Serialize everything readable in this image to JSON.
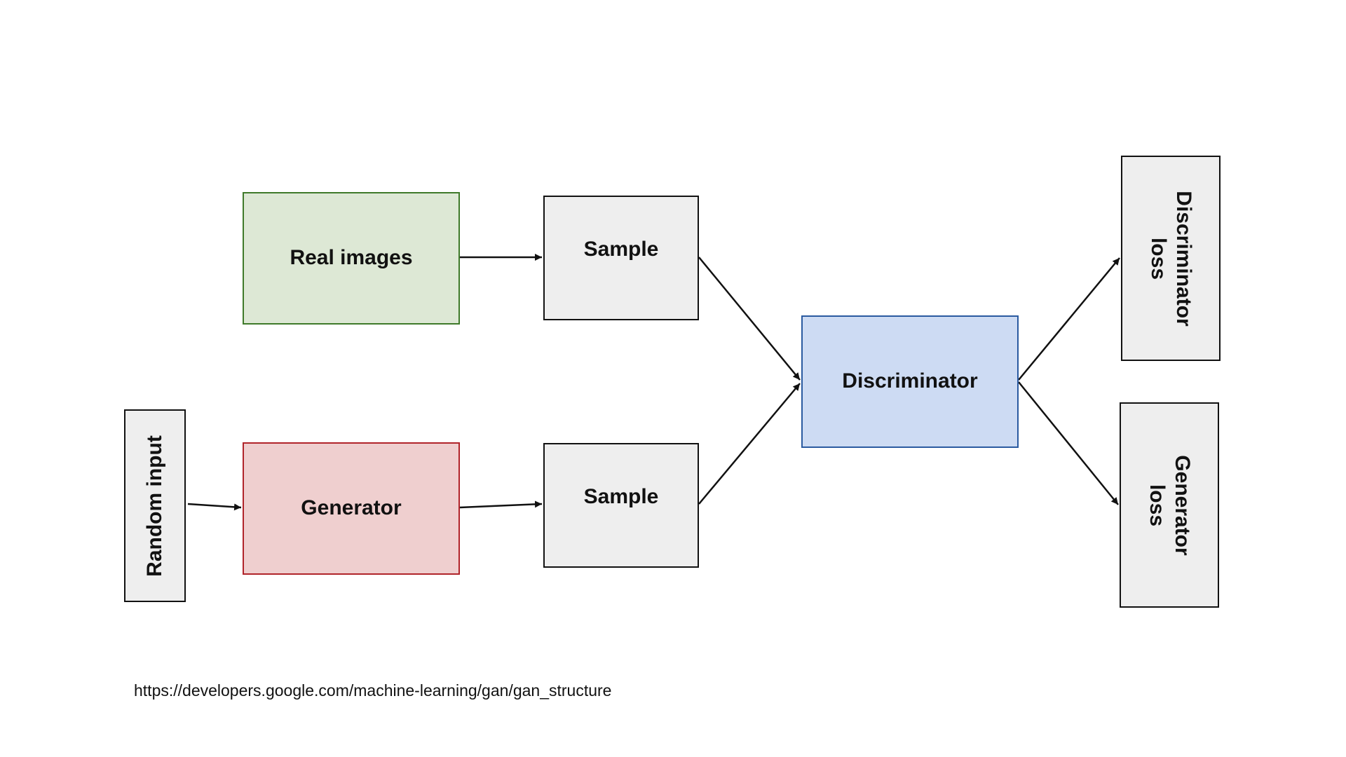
{
  "diagram": {
    "nodes": {
      "real_images": {
        "label": "Real images",
        "fill": "#dde8d5",
        "stroke": "#3f7a2a"
      },
      "sample_top": {
        "label": "Sample",
        "fill": "#eeeeee",
        "stroke": "#111111"
      },
      "random_input": {
        "label": "Random input",
        "fill": "#eeeeee",
        "stroke": "#111111"
      },
      "generator": {
        "label": "Generator",
        "fill": "#efcfcf",
        "stroke": "#b0242a"
      },
      "sample_bottom": {
        "label": "Sample",
        "fill": "#eeeeee",
        "stroke": "#111111"
      },
      "discriminator": {
        "label": "Discriminator",
        "fill": "#cddbf3",
        "stroke": "#2a5aa0"
      },
      "discriminator_loss": {
        "label": "Discriminator\nloss",
        "fill": "#eeeeee",
        "stroke": "#111111"
      },
      "generator_loss": {
        "label": "Generator\nloss",
        "fill": "#eeeeee",
        "stroke": "#111111"
      }
    },
    "edges": [
      {
        "from": "real_images",
        "to": "sample_top"
      },
      {
        "from": "random_input",
        "to": "generator"
      },
      {
        "from": "generator",
        "to": "sample_bottom"
      },
      {
        "from": "sample_top",
        "to": "discriminator"
      },
      {
        "from": "sample_bottom",
        "to": "discriminator"
      },
      {
        "from": "discriminator",
        "to": "discriminator_loss"
      },
      {
        "from": "discriminator",
        "to": "generator_loss"
      }
    ],
    "source_url": "https://developers.google.com/machine-learning/gan/gan_structure"
  }
}
